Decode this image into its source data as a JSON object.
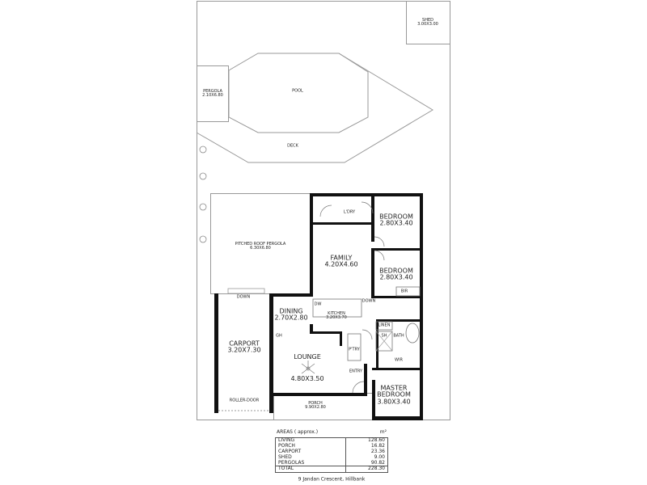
{
  "floorplan": {
    "outdoor": {
      "shed": {
        "name": "SHED",
        "size": "3.00X3.00"
      },
      "pergola": {
        "name": "PERGOLA",
        "size": "2.10X6.80"
      },
      "pool": {
        "name": "POOL"
      },
      "deck": {
        "name": "DECK"
      },
      "pitched_roof_pergola": {
        "name": "PITCHED ROOF PERGOLA",
        "size": "6.30X6.80"
      },
      "carport": {
        "name": "CARPORT",
        "size": "3.20X7.30"
      },
      "roller_door": "ROLLER-DOOR",
      "down_left": "DOWN",
      "porch": {
        "name": "PORCH",
        "size": "9.90X2.80"
      }
    },
    "rooms": {
      "laundry": {
        "name": "L'DRY"
      },
      "bedroom1": {
        "name": "BEDROOM",
        "size": "2.80X3.40"
      },
      "bedroom2": {
        "name": "BEDROOM",
        "size": "2.80X3.40"
      },
      "family": {
        "name": "FAMILY",
        "size": "4.20X4.60"
      },
      "dining": {
        "name": "DINING",
        "size": "2.70X2.80"
      },
      "kitchen": {
        "name": "KITCHEN",
        "size": "3.20X3.70"
      },
      "dishwasher": "DW",
      "down_right": "DOWN",
      "robe": "BIR",
      "fridge": "GH",
      "lounge": {
        "name": "LOUNGE",
        "size": "4.80X3.50"
      },
      "pantry": "P'TRY",
      "entry": "ENTRY",
      "linen": "LINEN",
      "shower": "SH",
      "bath": "BATH",
      "wir": "WIR",
      "master_bedroom": {
        "name": "MASTER\nBEDROOM",
        "size": "3.80X3.40"
      }
    },
    "areas_table": {
      "title": "AREAS ( approx.)",
      "unit": "m²",
      "rows": [
        {
          "label": "LIVING",
          "value": "128.60"
        },
        {
          "label": "PORCH",
          "value": "16.82"
        },
        {
          "label": "CARPORT",
          "value": "23.36"
        },
        {
          "label": "SHED",
          "value": "9.00"
        },
        {
          "label": "PERGOLAS",
          "value": "90.82"
        }
      ],
      "total": {
        "label": "TOTAL",
        "value": "228.30"
      }
    },
    "address": "9 Jandan Crescent, Hillbank"
  }
}
